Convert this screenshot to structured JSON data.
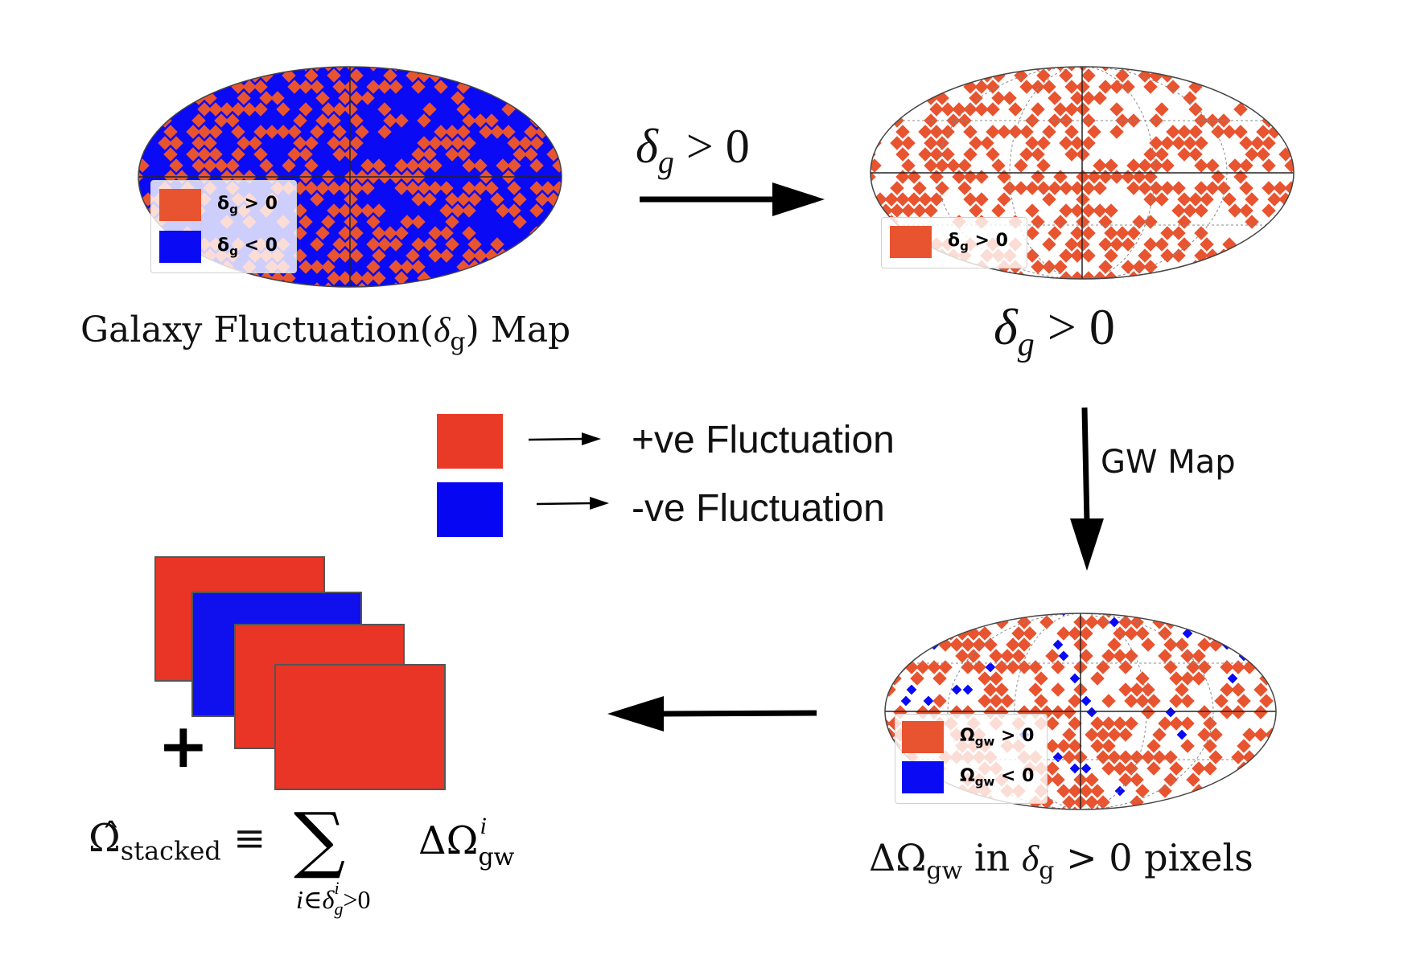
{
  "colors": {
    "positive": "#e8542f",
    "negative": "#0a0af5",
    "key_positive": "#e83a27",
    "key_negative": "#0606f2",
    "stack_red": "#e83526",
    "stack_blue": "#1010ee"
  },
  "maps": {
    "galaxy": {
      "legend": [
        {
          "symbol": "δ",
          "sub": "g",
          "rel": " > 0",
          "color": "#e8542f"
        },
        {
          "symbol": "δ",
          "sub": "g",
          "rel": " < 0",
          "color": "#0a0af5"
        }
      ],
      "caption_pre": "Galaxy Fluctuation(",
      "caption_sym": "δ",
      "caption_sub": "g",
      "caption_post": ") Map"
    },
    "positive": {
      "legend": [
        {
          "symbol": "δ",
          "sub": "g",
          "rel": " > 0",
          "color": "#e8542f"
        }
      ],
      "caption_sym": "δ",
      "caption_sub": "g",
      "caption_rel": " > 0"
    },
    "gw": {
      "legend": [
        {
          "symbol": "Ω",
          "sub": "gw",
          "rel": " > 0",
          "color": "#e8542f"
        },
        {
          "symbol": "Ω",
          "sub": "gw",
          "rel": " < 0",
          "color": "#0a0af5"
        }
      ],
      "caption_pre": "ΔΩ",
      "caption_sub": "gw",
      "caption_mid": " in ",
      "caption_sym": "δ",
      "caption_sub2": "g",
      "caption_post": " > 0 pixels"
    }
  },
  "arrows": {
    "top_label_sym": "δ",
    "top_label_sub": "g",
    "top_label_rel": " > 0",
    "right_label": "GW Map"
  },
  "key": {
    "positive_label": "+ve Fluctuation",
    "negative_label": "-ve Fluctuation"
  },
  "stack": {
    "plus": "+",
    "formula_hat": "Ω̂",
    "formula_sub": "stacked",
    "formula_equiv": " ≡ ",
    "formula_sum": "∑",
    "formula_under_i": "i∈",
    "formula_under_delta": "δ",
    "formula_under_sup": "i",
    "formula_under_sub": "g",
    "formula_under_rel": ">0",
    "formula_term": "ΔΩ",
    "formula_term_sup": "i",
    "formula_term_sub": "gw"
  }
}
